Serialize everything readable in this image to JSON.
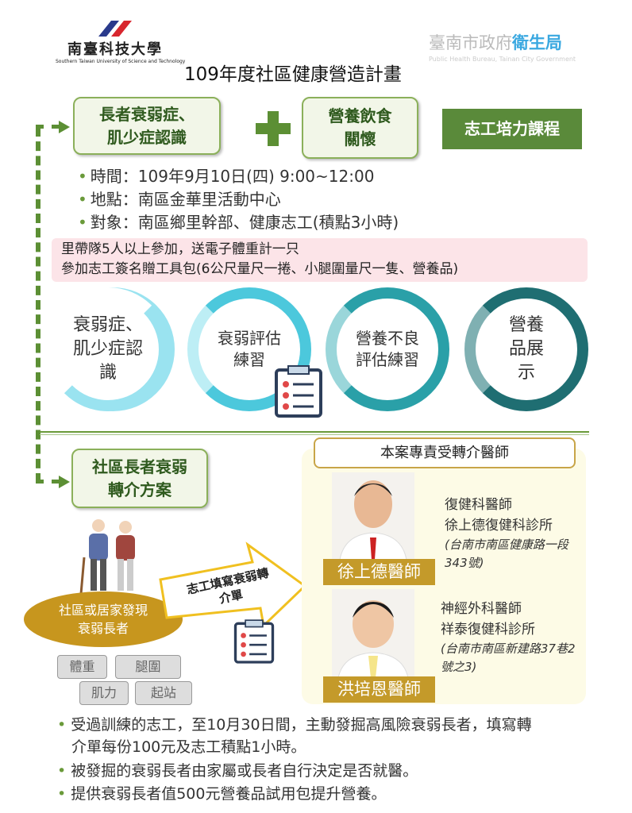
{
  "header": {
    "school_name": "南臺科技大學",
    "school_name_en": "Southern Taiwan University of Science and Technology",
    "title": "109年度社區健康營造計畫",
    "agency": "臺南市政府",
    "agency_highlight": "衛生局",
    "agency_en": "Public Health Bureau, Tainan City Government"
  },
  "topics": {
    "topic1": "長者衰弱症、肌少症認識",
    "topic2": "營養飲食關懷",
    "course": "志工培力課程"
  },
  "details": [
    "時間：109年9月10日(四) 9:00~12:00",
    "地點：南區金華里活動中心",
    "對象：南區鄉里幹部、健康志工(積點3小時)"
  ],
  "notice": [
    "里帶隊5人以上參加，送電子體重計一只",
    "參加志工簽名贈工具包(6公尺量尺一捲、小腿圍量尺一隻、營養品)"
  ],
  "steps": [
    "衰弱症、肌少症認識",
    "衰弱評估練習",
    "營養不良評估練習",
    "營養品展示"
  ],
  "referral": {
    "title": "社區長者衰弱轉介方案",
    "discover": "社區或居家發現衰弱長者",
    "arrow_label": "志工填寫衰弱轉介單",
    "measures": [
      "體重",
      "腿圍",
      "肌力",
      "起站"
    ]
  },
  "doctors": {
    "header": "本案專責受轉介醫師",
    "list": [
      {
        "name": "徐上德醫師",
        "specialty": "復健科醫師",
        "clinic": "徐上德復健科診所",
        "address": "(台南市南區健康路一段343號)"
      },
      {
        "name": "洪培恩醫師",
        "specialty": "神經外科醫師",
        "clinic": "祥泰復健科診所",
        "address": "(台南市南區新建路37巷2號之3)"
      }
    ]
  },
  "footer": [
    "受過訓練的志工，至10月30日間，主動發掘高風險衰弱長者，填寫轉介單每份100元及志工積點1小時。",
    "被發掘的衰弱長者由家屬或長者自行決定是否就醫。",
    "提供衰弱長者值500元營養品試用包提升營養。"
  ]
}
